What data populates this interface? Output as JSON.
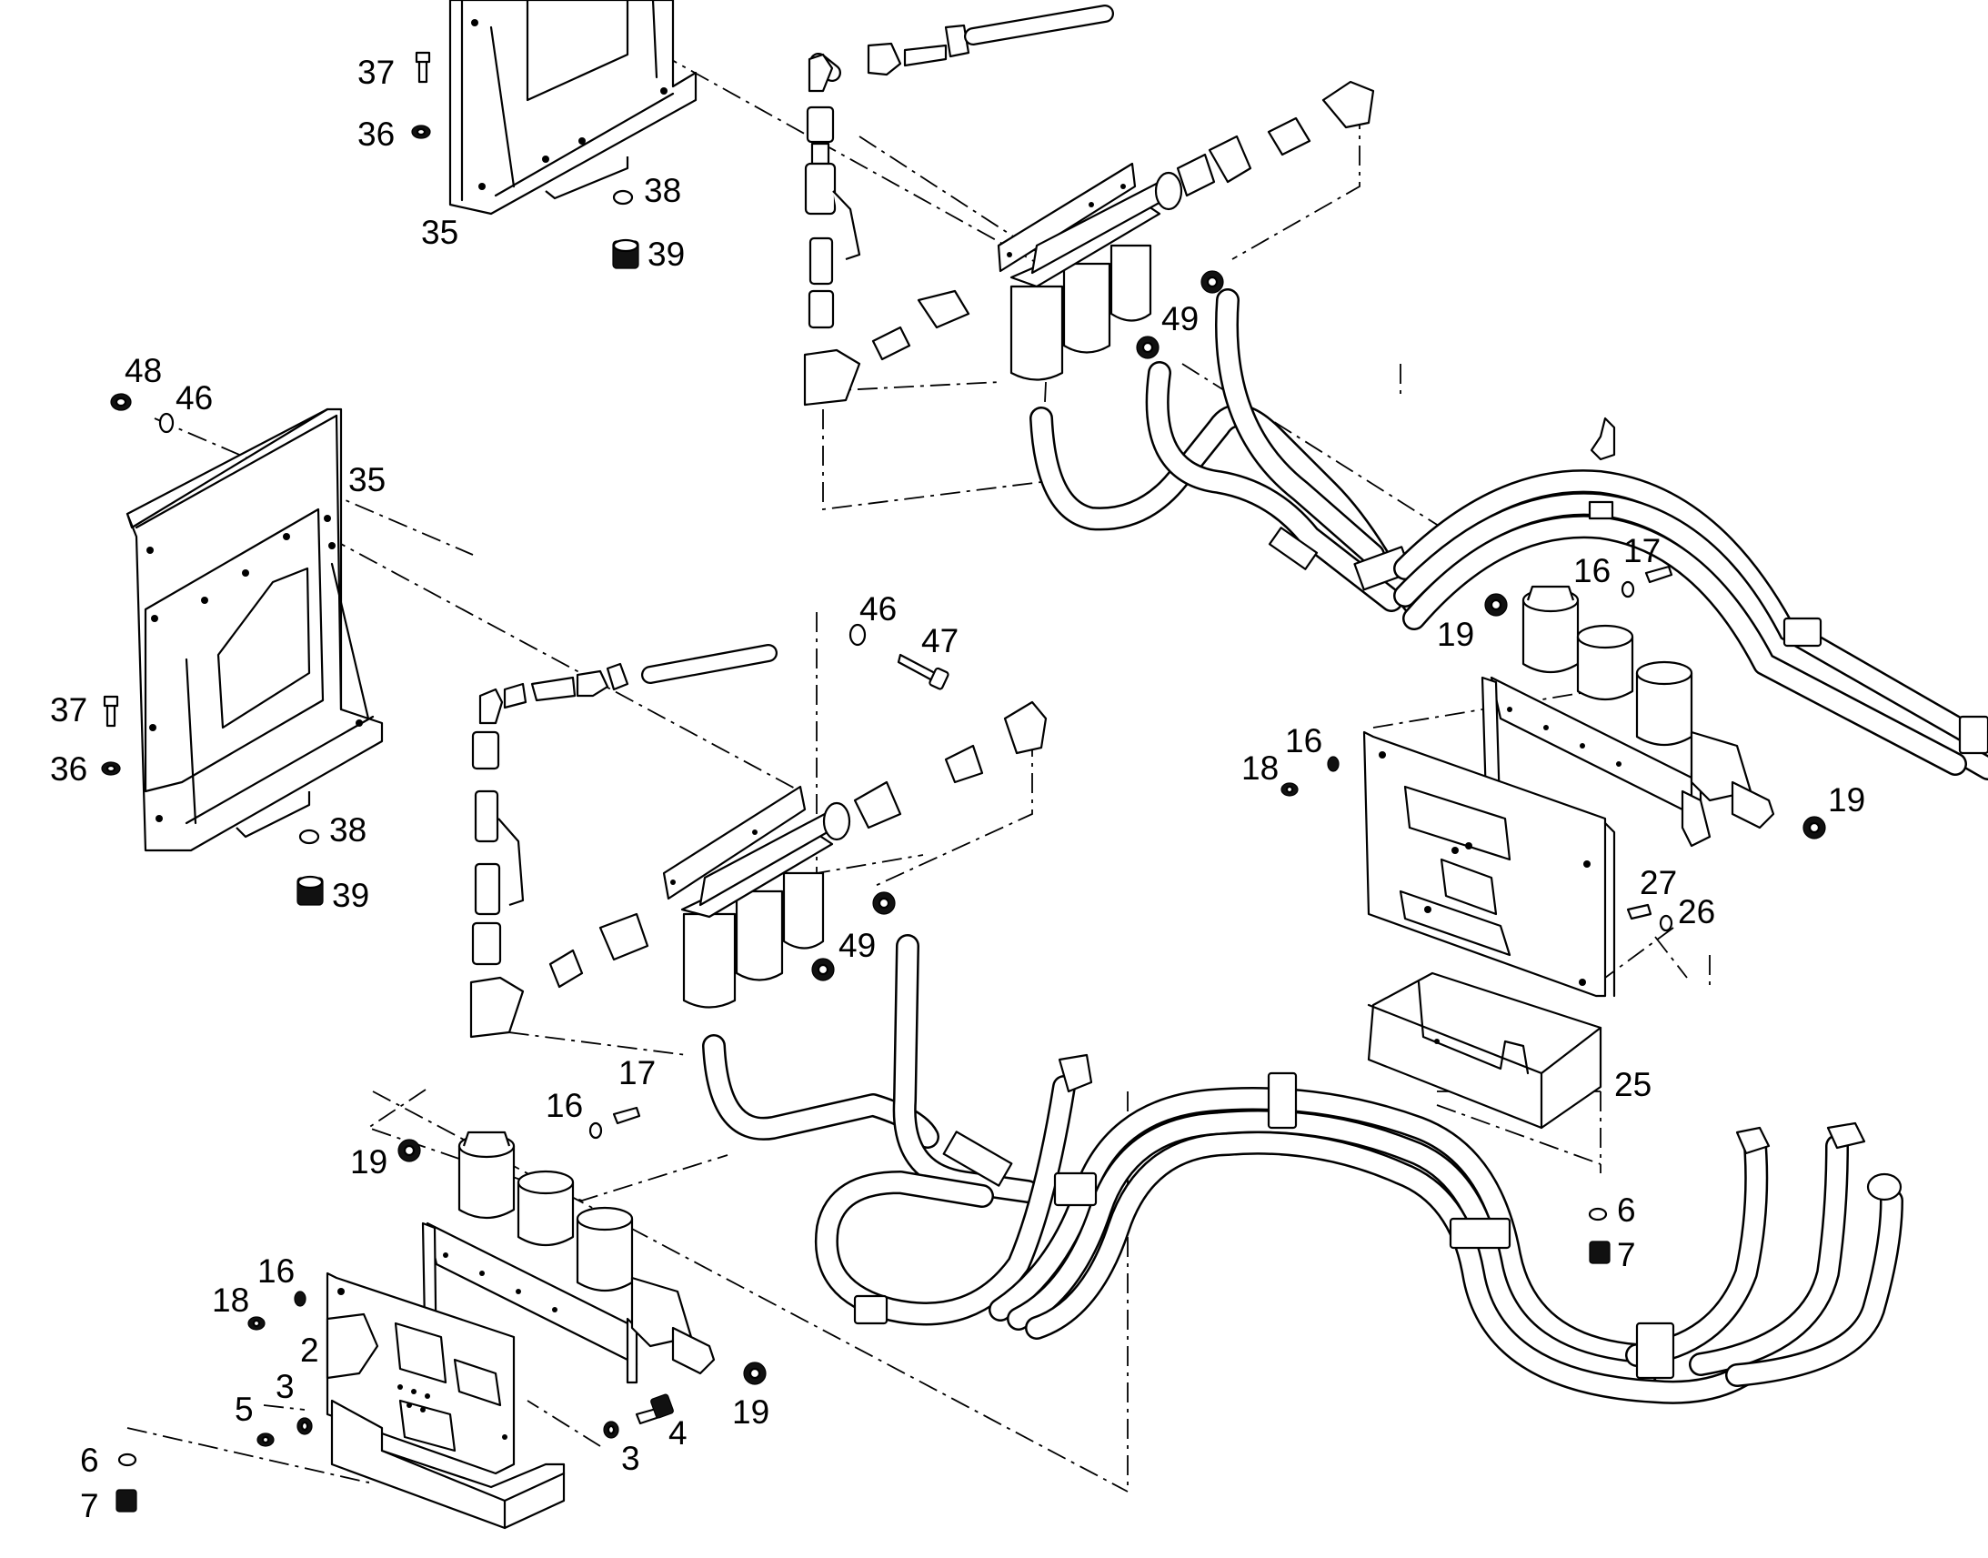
{
  "callouts": [
    {
      "id": "c37a",
      "text": "37"
    },
    {
      "id": "c36a",
      "text": "36"
    },
    {
      "id": "c35a",
      "text": "35"
    },
    {
      "id": "c38a",
      "text": "38"
    },
    {
      "id": "c39a",
      "text": "39"
    },
    {
      "id": "c49a",
      "text": "49"
    },
    {
      "id": "c48",
      "text": "48"
    },
    {
      "id": "c46a",
      "text": "46"
    },
    {
      "id": "c35b",
      "text": "35"
    },
    {
      "id": "c37b",
      "text": "37"
    },
    {
      "id": "c36b",
      "text": "36"
    },
    {
      "id": "c38b",
      "text": "38"
    },
    {
      "id": "c39b",
      "text": "39"
    },
    {
      "id": "c46b",
      "text": "46"
    },
    {
      "id": "c47",
      "text": "47"
    },
    {
      "id": "c49b",
      "text": "49"
    },
    {
      "id": "c16a",
      "text": "16"
    },
    {
      "id": "c17a",
      "text": "17"
    },
    {
      "id": "c19a",
      "text": "19"
    },
    {
      "id": "c18a",
      "text": "18"
    },
    {
      "id": "c16b",
      "text": "16"
    },
    {
      "id": "c19b",
      "text": "19"
    },
    {
      "id": "c27",
      "text": "27"
    },
    {
      "id": "c26",
      "text": "26"
    },
    {
      "id": "c25",
      "text": "25"
    },
    {
      "id": "c6a",
      "text": "6"
    },
    {
      "id": "c7a",
      "text": "7"
    },
    {
      "id": "c16c",
      "text": "16"
    },
    {
      "id": "c17b",
      "text": "17"
    },
    {
      "id": "c19c",
      "text": "19"
    },
    {
      "id": "c18b",
      "text": "18"
    },
    {
      "id": "c16d",
      "text": "16"
    },
    {
      "id": "c2",
      "text": "2"
    },
    {
      "id": "c3a",
      "text": "3"
    },
    {
      "id": "c5",
      "text": "5"
    },
    {
      "id": "c4",
      "text": "4"
    },
    {
      "id": "c3b",
      "text": "3"
    },
    {
      "id": "c19d",
      "text": "19"
    },
    {
      "id": "c6b",
      "text": "6"
    },
    {
      "id": "c7b",
      "text": "7"
    }
  ],
  "parts": [
    {
      "name": "mounting-bracket-upper",
      "callout": "35"
    },
    {
      "name": "mounting-bracket-left",
      "callout": "35"
    },
    {
      "name": "fuel-filter-manifold-upper",
      "callout": "49"
    },
    {
      "name": "fuel-filter-manifold-middle",
      "callout": "49"
    },
    {
      "name": "filter-assembly-right",
      "callout": "19"
    },
    {
      "name": "filter-assembly-lower",
      "callout": "19"
    },
    {
      "name": "support-plate-right",
      "callout": "25"
    },
    {
      "name": "support-plate-lower",
      "callout": "2"
    },
    {
      "name": "tray-right",
      "callout": "25"
    }
  ]
}
